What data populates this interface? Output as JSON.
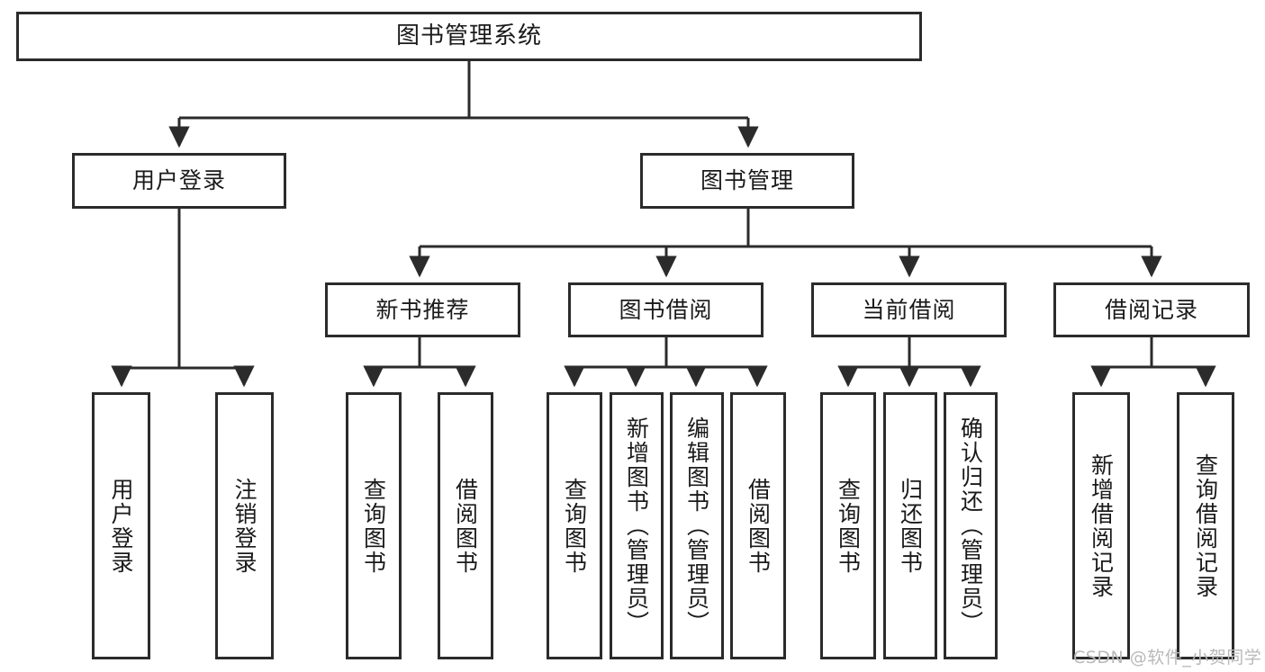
{
  "diagram": {
    "title": "图书管理系统",
    "watermark": "CSDN @软件_小贺同学",
    "edge_color": "#2b2b2b",
    "box_border_color": "#2b2b2b",
    "text_color": "#1a1a1a",
    "background": "#ffffff",
    "levels": {
      "root": {
        "label": "图书管理系统"
      },
      "level2": [
        {
          "id": "user-login",
          "label": "用户登录"
        },
        {
          "id": "book-management",
          "label": "图书管理"
        }
      ],
      "level3": [
        {
          "id": "new-book-recommend",
          "label": "新书推荐"
        },
        {
          "id": "book-borrow",
          "label": "图书借阅"
        },
        {
          "id": "current-borrow",
          "label": "当前借阅"
        },
        {
          "id": "borrow-record",
          "label": "借阅记录"
        }
      ],
      "leaves": [
        {
          "id": "leaf-user-login",
          "label": "用户登录",
          "parent": "user-login"
        },
        {
          "id": "leaf-logout-login",
          "label": "注销登录",
          "parent": "user-login"
        },
        {
          "id": "leaf-query-book-1",
          "label": "查询图书",
          "parent": "new-book-recommend"
        },
        {
          "id": "leaf-borrow-book-1",
          "label": "借阅图书",
          "parent": "new-book-recommend"
        },
        {
          "id": "leaf-query-book-2",
          "label": "查询图书",
          "parent": "book-borrow"
        },
        {
          "id": "leaf-add-book",
          "label": "新增图书（管理员）",
          "parent": "book-borrow"
        },
        {
          "id": "leaf-edit-book",
          "label": "编辑图书（管理员）",
          "parent": "book-borrow"
        },
        {
          "id": "leaf-borrow-book-2",
          "label": "借阅图书",
          "parent": "book-borrow"
        },
        {
          "id": "leaf-query-book-3",
          "label": "查询图书",
          "parent": "current-borrow"
        },
        {
          "id": "leaf-return-book",
          "label": "归还图书",
          "parent": "current-borrow"
        },
        {
          "id": "leaf-confirm-return",
          "label": "确认归还（管理员）",
          "parent": "current-borrow"
        },
        {
          "id": "leaf-add-record",
          "label": "新增借阅记录",
          "parent": "borrow-record"
        },
        {
          "id": "leaf-query-record",
          "label": "查询借阅记录",
          "parent": "borrow-record"
        }
      ]
    }
  }
}
